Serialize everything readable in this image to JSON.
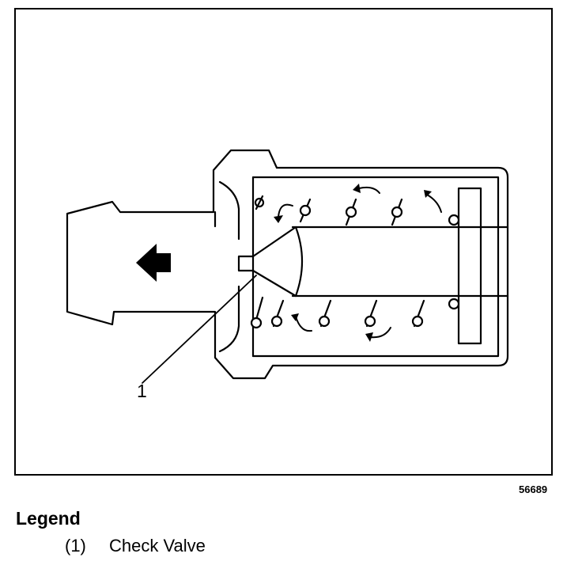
{
  "figure": {
    "id_number": "56689",
    "callout_label": "1"
  },
  "legend": {
    "title": "Legend",
    "items": [
      {
        "number": "(1)",
        "label": "Check Valve"
      }
    ]
  }
}
